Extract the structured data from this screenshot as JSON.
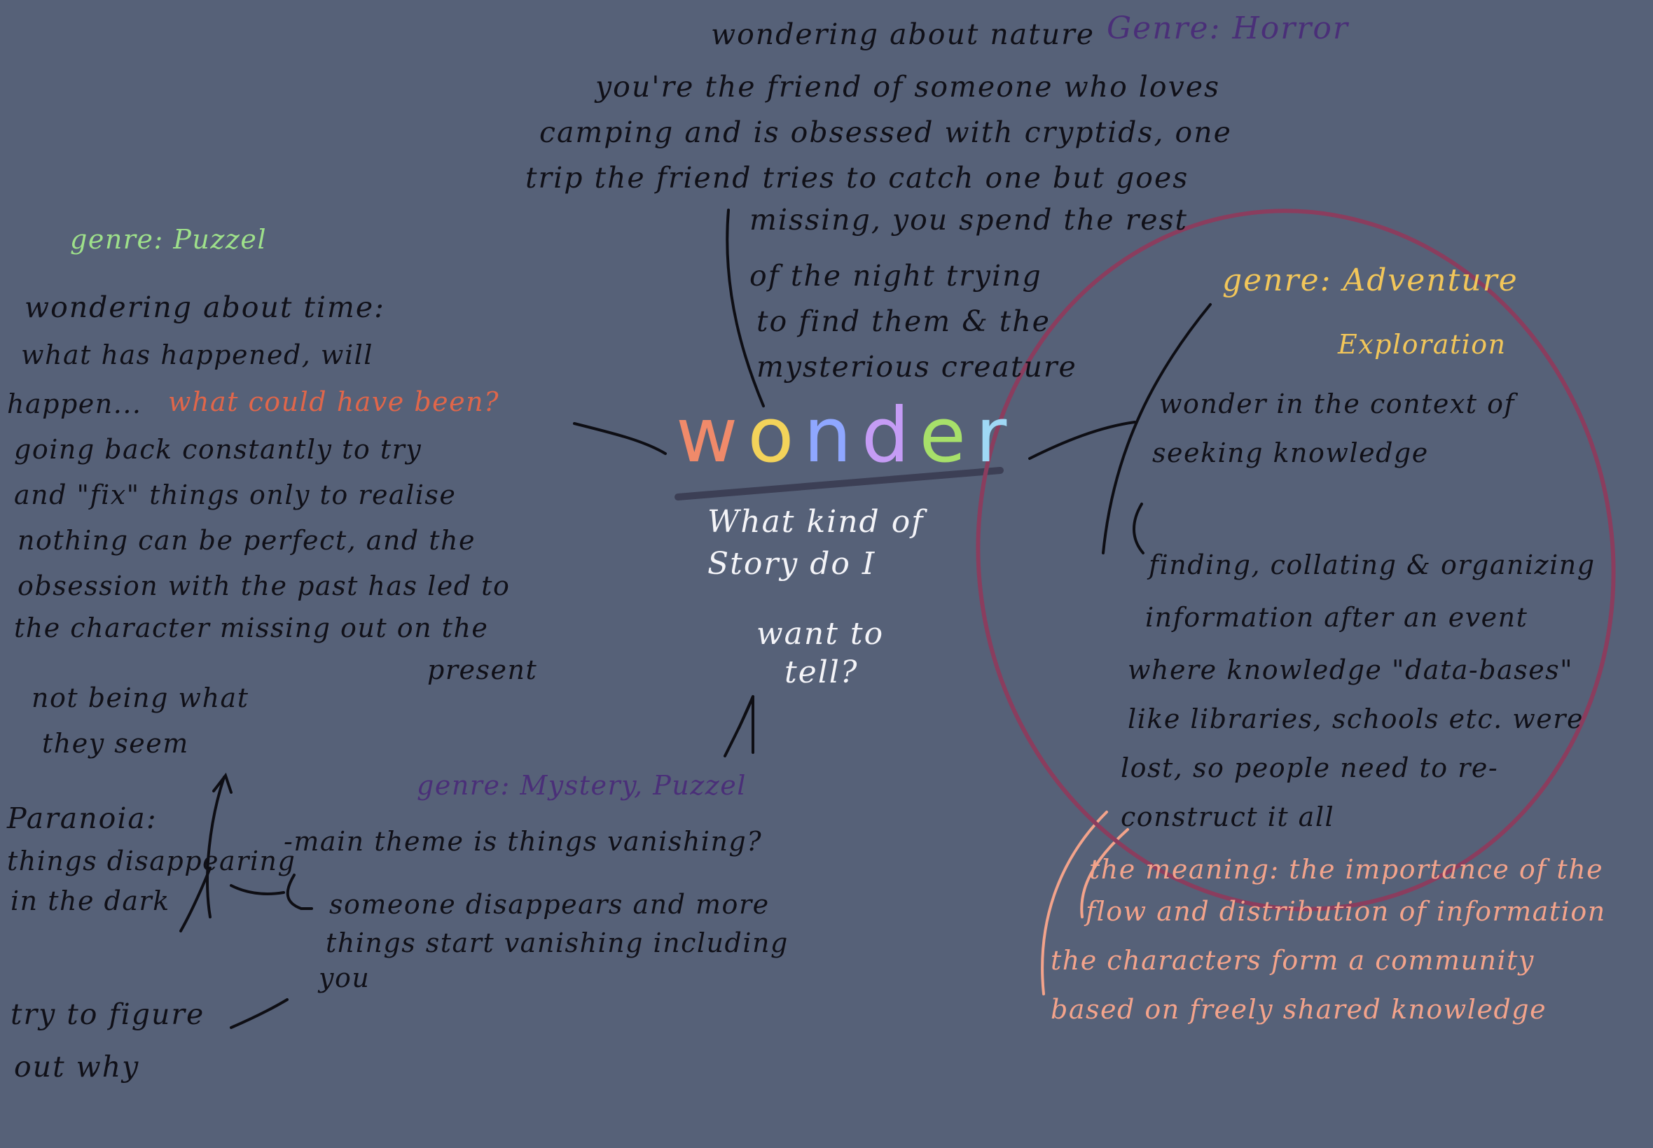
{
  "hub": {
    "letters": [
      "w",
      "o",
      "n",
      "d",
      "e",
      "r"
    ],
    "letter_colors": [
      "#f08a6a",
      "#f3d35a",
      "#8fa7ff",
      "#c59cf5",
      "#a7e06a",
      "#9fd8f5"
    ],
    "question": [
      "What kind of",
      "Story do I",
      "want to",
      "tell?"
    ]
  },
  "nature": {
    "title": "wondering about nature",
    "genre": "Genre: Horror",
    "lines_top": [
      "you're the friend of someone who loves",
      "camping and is obsessed with cryptids, one",
      "trip the friend tries to catch one but goes"
    ],
    "lines_indent": [
      "missing, you spend the rest",
      "of the night trying",
      "to find them & the",
      "mysterious creature"
    ]
  },
  "time": {
    "genre": "genre: Puzzel",
    "lines": [
      "wondering about time:",
      "what has happened, will",
      "happen...",
      "going back constantly to try",
      "and \"fix\" things only to realise",
      "nothing can be perfect, and the",
      "obsession with the past has led to",
      "the character missing out on the",
      "present"
    ],
    "highlight": "what could have been?",
    "highlight_color": "#e0664a"
  },
  "knowledge": {
    "genre": "genre: Adventure",
    "genre2": "Exploration",
    "lines": [
      "wonder in the context of",
      "seeking knowledge"
    ],
    "detail": [
      "finding, collating & organizing",
      "information after an event",
      "where knowledge \"data-bases\"",
      "like libraries, schools etc. were",
      "lost, so people need to re-",
      "construct it all"
    ],
    "meaning": [
      "the meaning: the importance of the",
      "flow and distribution of information",
      "the characters form a community",
      "based on freely shared knowledge"
    ],
    "circle_color": "#8a3d5e"
  },
  "mystery": {
    "genre": "genre: Mystery, Puzzel",
    "theme": "-main theme is things vanishing?",
    "sub": [
      "someone disappears and more",
      "things start vanishing including",
      "you"
    ],
    "paranoia": [
      "Paranoia:",
      "things disappearing",
      "in the dark"
    ],
    "not_being": [
      "not being what",
      "they seem"
    ],
    "figure": [
      "try to figure",
      "out why"
    ]
  }
}
